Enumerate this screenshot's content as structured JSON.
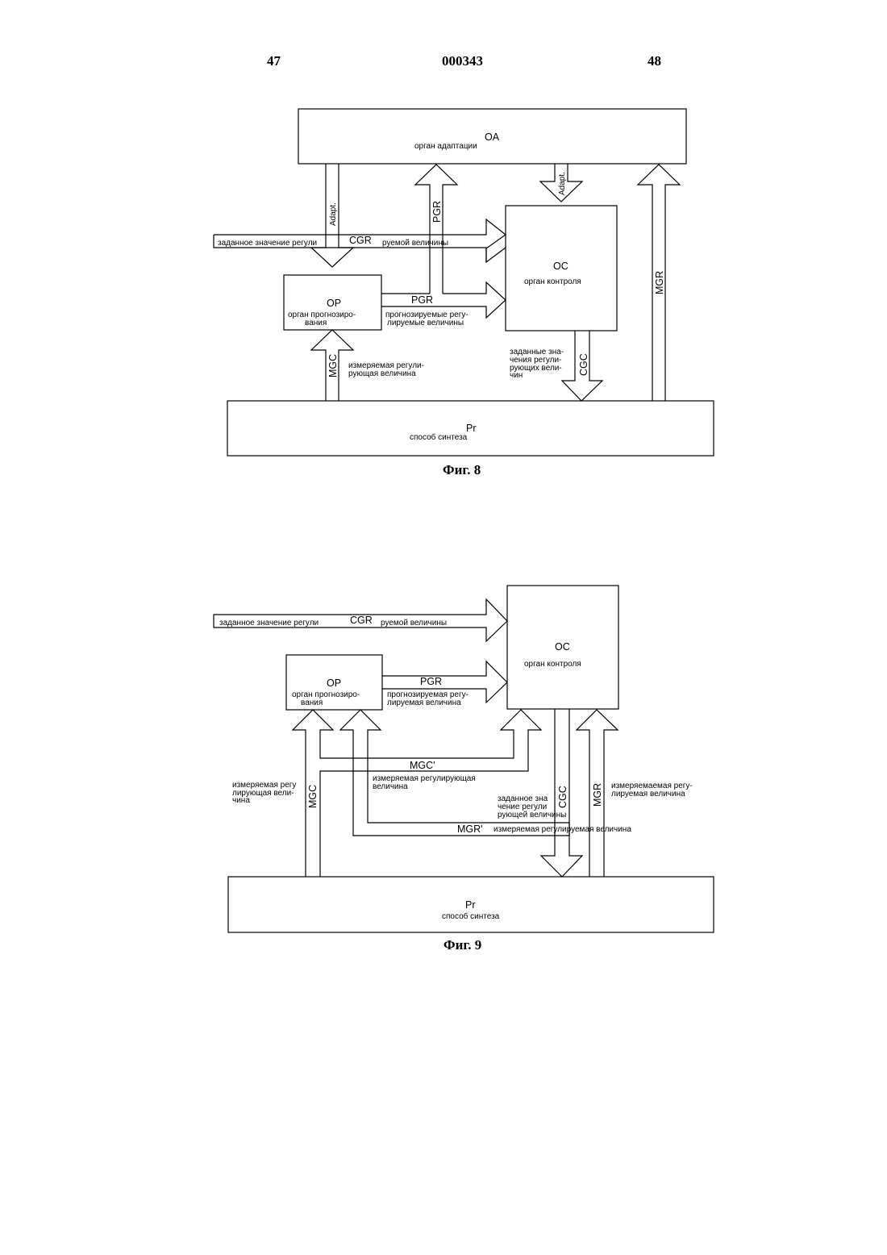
{
  "header": {
    "left_page": "47",
    "center_number": "000343",
    "right_page": "48"
  },
  "fig8": {
    "caption": "Фиг. 8",
    "oa_code": "OA",
    "oa_label": "орган адаптации",
    "oc_code": "OC",
    "oc_label": "орган контроля",
    "op_code": "OP",
    "op_label_1": "орган прогнозиро-",
    "op_label_2": "вания",
    "pr_code": "Pr",
    "pr_label": "способ синтеза",
    "adapt_left": "Adapt.",
    "adapt_right": "Adapt.",
    "pgr_vertical": "PGR",
    "pgr_horizontal": "PGR",
    "mgr": "MGR",
    "mgc": "MGC",
    "cgc": "CGC",
    "cgr": "CGR",
    "setpoint_left": "заданное значение регули",
    "setpoint_right": "руемой величины",
    "pred_1": "прогнозируемые регу-",
    "pred_2": "лируемые величины",
    "meas_1": "измеряемая регули-",
    "meas_2": "рующая величина",
    "setvals_1": "заданные зна-",
    "setvals_2": "чения регули-",
    "setvals_3": "рующих вели-",
    "setvals_4": "чин"
  },
  "fig9": {
    "caption": "Фиг. 9",
    "oc_code": "OC",
    "oc_label": "орган контроля",
    "op_code": "OP",
    "op_label_1": "орган прогнозиро-",
    "op_label_2": "вания",
    "pr_code": "Pr",
    "pr_label": "способ синтеза",
    "cgr": "CGR",
    "setpoint_left": "заданное значение регули",
    "setpoint_right": "руемой величины",
    "pgr": "PGR",
    "pred_1": "прогнозируемая регу-",
    "pred_2": "лируемая величина",
    "mgc_prime": "MGC'",
    "mgr_prime": "MGR'",
    "mgc": "MGC",
    "cgc": "CGC",
    "mgr": "MGR",
    "meas_ctrl_1": "измеряемая регу",
    "meas_ctrl_2": "лирующая вели-",
    "meas_ctrl_3": "чина",
    "meas_ctrl_mid_1": "измеряемая регулирующая",
    "meas_ctrl_mid_2": "величина",
    "setval_1": "заданное зна",
    "setval_2": "чение регули",
    "setval_3": "рующей величины",
    "meas_reg_1": "измеряемаемая регу-",
    "meas_reg_2": "лируемая величина",
    "meas_reg_bottom": "измеряемая регулируемая величина"
  }
}
